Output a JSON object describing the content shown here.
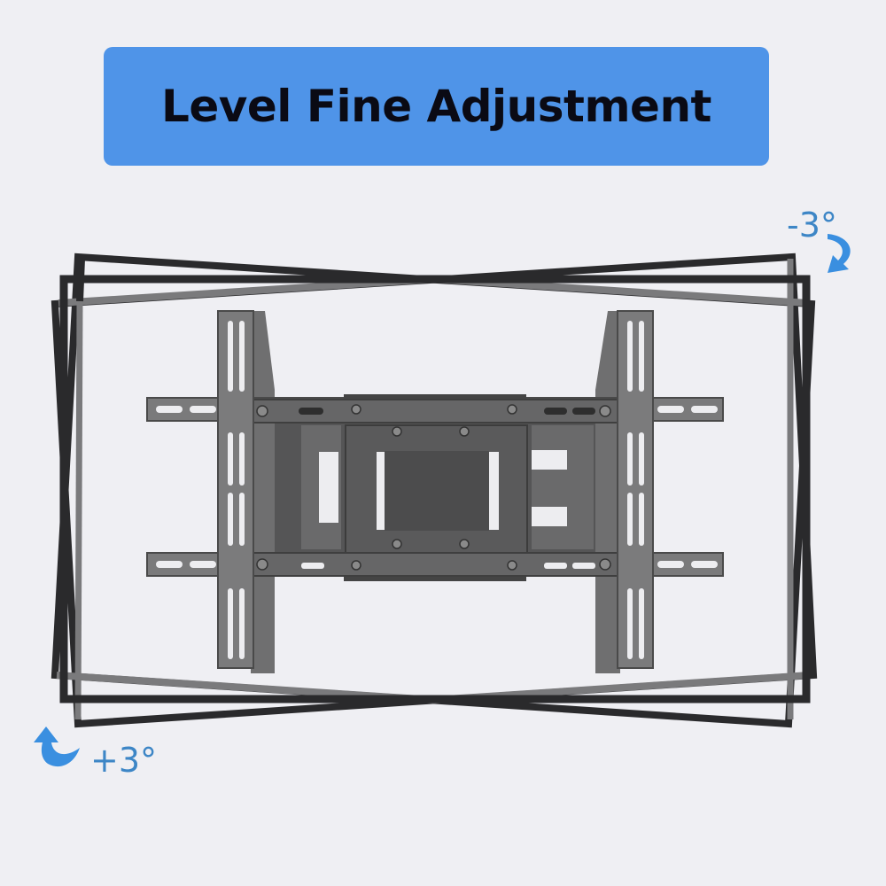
{
  "banner": {
    "title": "Level Fine Adjustment",
    "color": "#4f94e8"
  },
  "angles": {
    "minus": "-3°",
    "plus": "+3°",
    "color": "#3d86c6",
    "arrow_color": "#3a8fe0"
  },
  "illustration": {
    "subject": "tv-wall-mount-bracket",
    "frames": [
      {
        "name": "level-frame",
        "rotation_deg": 0
      },
      {
        "name": "rotated-frame-minus",
        "rotation_deg": -3
      },
      {
        "name": "rotated-frame-plus",
        "rotation_deg": 3
      }
    ]
  }
}
